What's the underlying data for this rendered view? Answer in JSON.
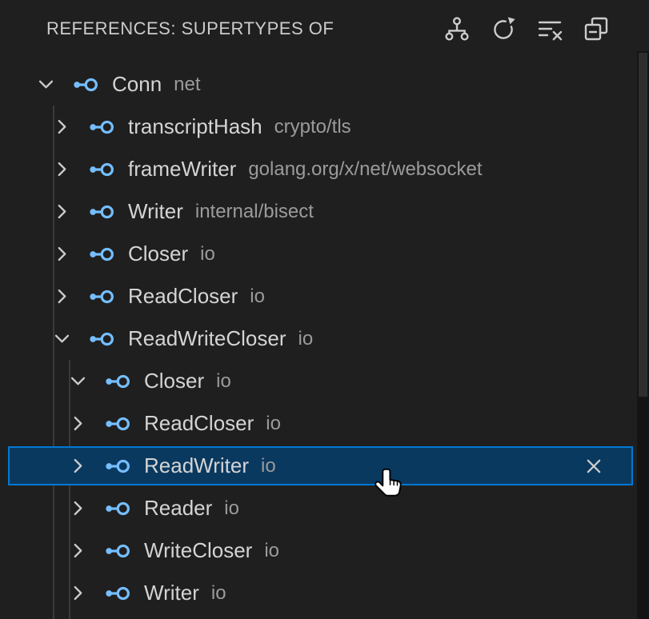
{
  "header": {
    "title": "REFERENCES: SUPERTYPES OF",
    "action_icons": [
      "type-hierarchy-icon",
      "refresh-icon",
      "clear-all-icon",
      "collapse-all-icon"
    ]
  },
  "tree": {
    "items": [
      {
        "label": "Conn",
        "detail": "net",
        "level": 0,
        "expanded": true,
        "selected": false,
        "removable": false
      },
      {
        "label": "transcriptHash",
        "detail": "crypto/tls",
        "level": 1,
        "expanded": false,
        "selected": false,
        "removable": false
      },
      {
        "label": "frameWriter",
        "detail": "golang.org/x/net/websocket",
        "level": 1,
        "expanded": false,
        "selected": false,
        "removable": false
      },
      {
        "label": "Writer",
        "detail": "internal/bisect",
        "level": 1,
        "expanded": false,
        "selected": false,
        "removable": false
      },
      {
        "label": "Closer",
        "detail": "io",
        "level": 1,
        "expanded": false,
        "selected": false,
        "removable": false
      },
      {
        "label": "ReadCloser",
        "detail": "io",
        "level": 1,
        "expanded": false,
        "selected": false,
        "removable": false
      },
      {
        "label": "ReadWriteCloser",
        "detail": "io",
        "level": 1,
        "expanded": true,
        "selected": false,
        "removable": false
      },
      {
        "label": "Closer",
        "detail": "io",
        "level": 2,
        "expanded": true,
        "selected": false,
        "removable": false
      },
      {
        "label": "ReadCloser",
        "detail": "io",
        "level": 2,
        "expanded": false,
        "selected": false,
        "removable": false
      },
      {
        "label": "ReadWriter",
        "detail": "io",
        "level": 2,
        "expanded": false,
        "selected": true,
        "removable": true
      },
      {
        "label": "Reader",
        "detail": "io",
        "level": 2,
        "expanded": false,
        "selected": false,
        "removable": false
      },
      {
        "label": "WriteCloser",
        "detail": "io",
        "level": 2,
        "expanded": false,
        "selected": false,
        "removable": false
      },
      {
        "label": "Writer",
        "detail": "io",
        "level": 2,
        "expanded": false,
        "selected": false,
        "removable": false
      }
    ]
  },
  "overlay": {
    "cursor": "pointing-hand"
  },
  "colors": {
    "background": "#1f1f1f",
    "foreground": "#cccccc",
    "title": "#cccccc",
    "label": "#d4d4d4",
    "detail": "#9b9b9b",
    "interface_icon": "#75beff",
    "selection_background": "#0a3960",
    "selection_border": "#0078d4",
    "guide": "#3a3a3a",
    "scrollbar_track": "#141414",
    "scrollbar_thumb": "#2e2e2e"
  }
}
